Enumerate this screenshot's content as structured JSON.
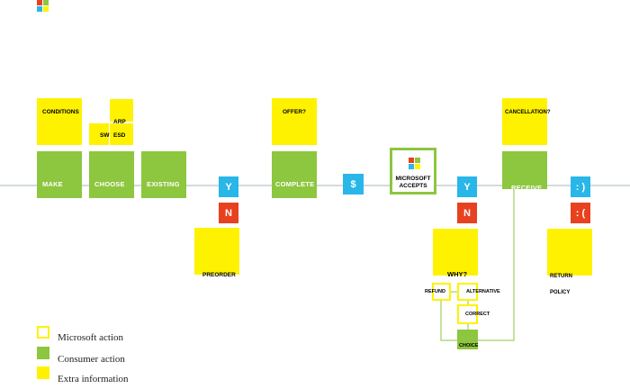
{
  "colors": {
    "microsoft_action": "#ffffff",
    "consumer_action": "#8dc63f",
    "extra_information": "#fff200",
    "yes": "#29b6e8",
    "no": "#e8411f",
    "logo": [
      "#e8411f",
      "#8dc63f",
      "#29b6e8",
      "#fff200"
    ]
  },
  "flow": {
    "conditions": "CONDITIONS",
    "make_account": "MAKE ACCOUNT",
    "arp": "ARP",
    "sw": "SW",
    "esd": "ESD",
    "choose_product": "CHOOSE PRODUCT",
    "existing_product": "EXISTING PRODUCT",
    "y1": "Y",
    "n1": "N",
    "preorder": "PREORDER",
    "offer": "OFFER?",
    "complete_purchase": "COMPLETE PURCHASE",
    "dollar": "$",
    "microsoft_accepts": "MICROSOFT ACCEPTS",
    "y2": "Y",
    "n2": "N",
    "why": "WHY?",
    "refund": "REFUND",
    "alternative": "ALTERNATIVE",
    "correct": "CORRECT",
    "choice": "CHOICE",
    "cancellation": "CANCELLATION?",
    "receive": "RECEIVE",
    "happy": ": )",
    "sad": ": (",
    "return_policy": "RETURN POLICY"
  },
  "legend": {
    "microsoft_action": "Microsoft action",
    "consumer_action": "Consumer action",
    "extra_information": "Extra information"
  }
}
